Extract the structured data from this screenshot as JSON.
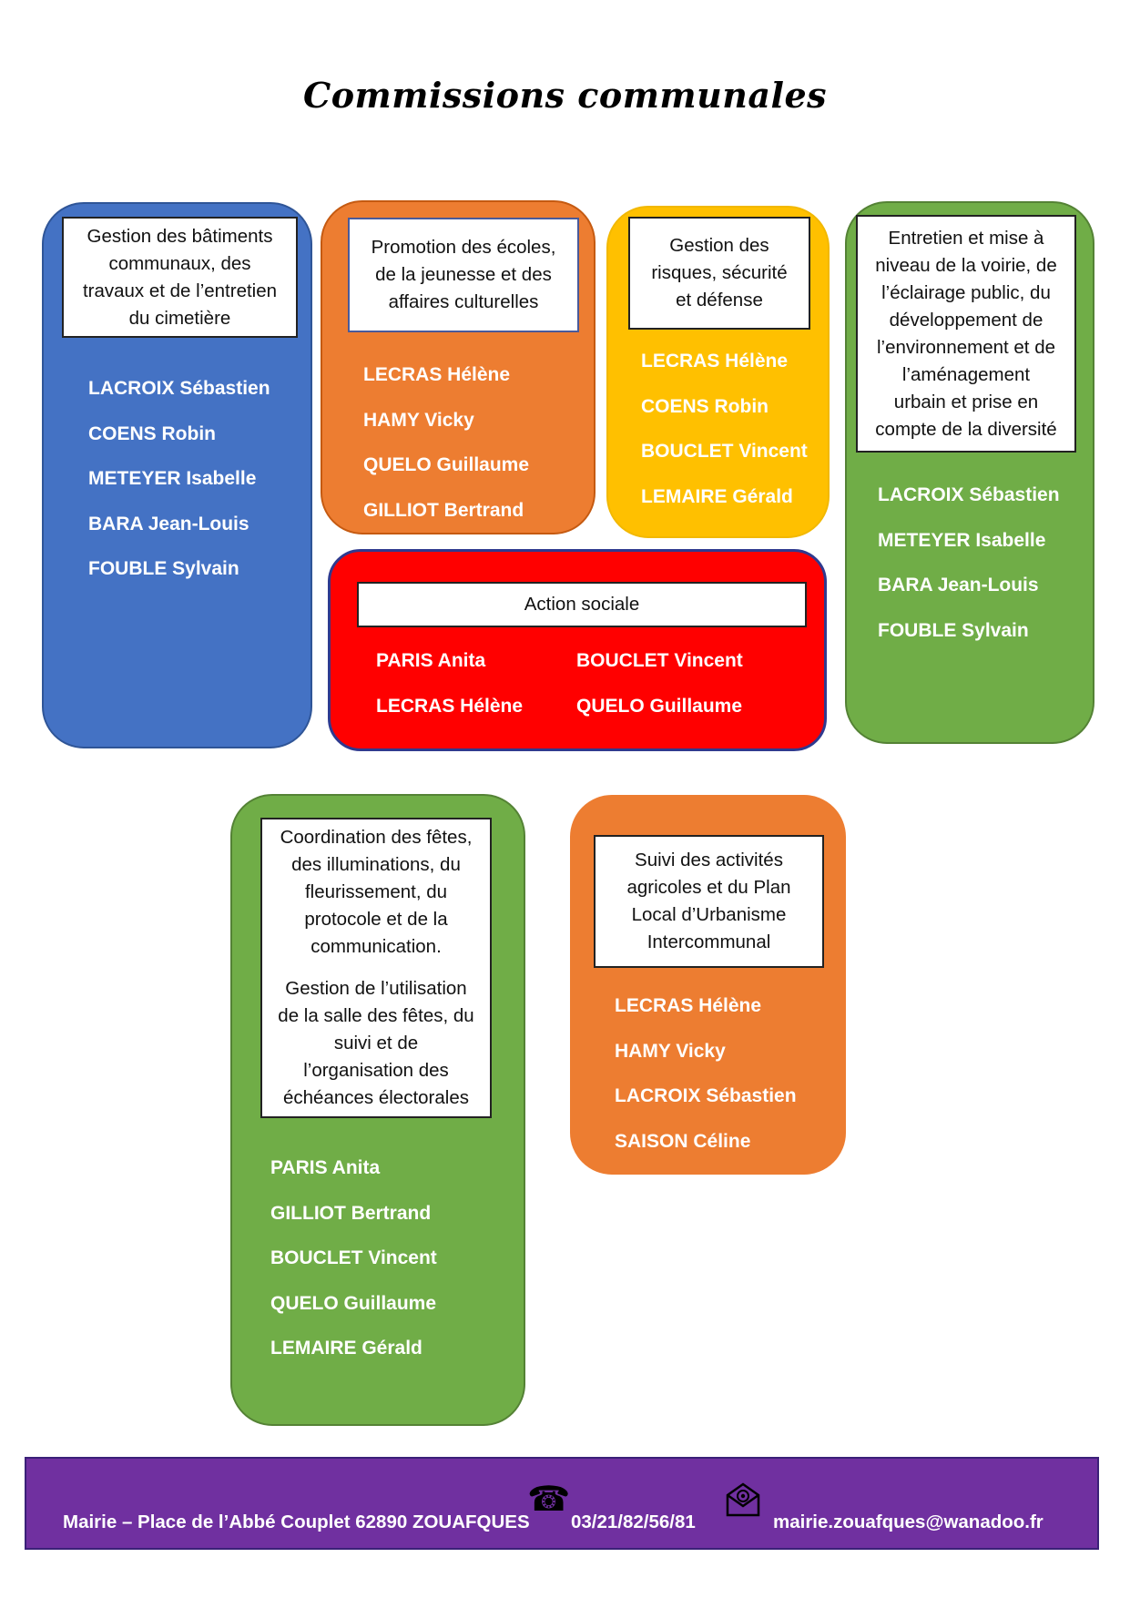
{
  "title": "Commissions communales",
  "commissions": {
    "batiments": {
      "lines": [
        "Gestion des bâtiments",
        "communaux, des",
        "travaux et de l’entretien",
        "du cimetière"
      ],
      "members": [
        "LACROIX Sébastien",
        "COENS Robin",
        "METEYER Isabelle",
        "BARA Jean-Louis",
        "FOUBLE Sylvain"
      ]
    },
    "ecoles": {
      "lines": [
        "Promotion des écoles,",
        "de la jeunesse et des",
        "affaires culturelles"
      ],
      "members": [
        "LECRAS Hélène",
        "HAMY Vicky",
        "QUELO Guillaume",
        "GILLIOT Bertrand"
      ]
    },
    "risques": {
      "lines": [
        "Gestion des",
        "risques, sécurité",
        "et défense"
      ],
      "members": [
        "LECRAS Hélène",
        "COENS Robin",
        "BOUCLET Vincent",
        "LEMAIRE Gérald"
      ]
    },
    "voirie": {
      "lines": [
        "Entretien et mise à",
        "niveau de la voirie, de",
        "l’éclairage public, du",
        "développement de",
        "l’environnement et de",
        "l’aménagement",
        "urbain et prise en",
        "compte de la diversité"
      ],
      "members": [
        "LACROIX Sébastien",
        "METEYER Isabelle",
        "BARA Jean-Louis",
        "FOUBLE Sylvain"
      ]
    },
    "sociale": {
      "title": "Action sociale",
      "members": [
        "PARIS Anita",
        "LECRAS Hélène",
        "BOUCLET Vincent",
        "QUELO Guillaume"
      ]
    },
    "fetes": {
      "lines1": [
        "Coordination des fêtes,",
        "des illuminations, du",
        "fleurissement, du",
        "protocole et de la",
        "communication."
      ],
      "lines2": [
        "Gestion de l’utilisation",
        "de la salle des fêtes, du",
        "suivi et de",
        "l’organisation des",
        "échéances électorales"
      ],
      "members": [
        "PARIS Anita",
        "GILLIOT Bertrand",
        "BOUCLET Vincent",
        "QUELO Guillaume",
        "LEMAIRE Gérald"
      ]
    },
    "agricole": {
      "lines": [
        "Suivi des activités",
        "agricoles et du Plan",
        "Local d’Urbanisme",
        "Intercommunal"
      ],
      "members": [
        "LECRAS Hélène",
        "HAMY Vicky",
        "LACROIX Sébastien",
        "SAISON Céline"
      ]
    }
  },
  "footer": {
    "address": "Mairie – Place de l’Abbé Couplet 62890 ZOUAFQUES",
    "phone": "03/21/82/56/81",
    "email": "mairie.zouafques@wanadoo.fr",
    "phone_icon": "telephone-icon",
    "email_icon": "envelope-at-icon"
  },
  "colors": {
    "blue": "#4472c4",
    "orange": "#ed7d31",
    "yellow": "#ffc000",
    "green": "#70ad47",
    "red": "#ff0000",
    "footer": "#7030a0"
  }
}
